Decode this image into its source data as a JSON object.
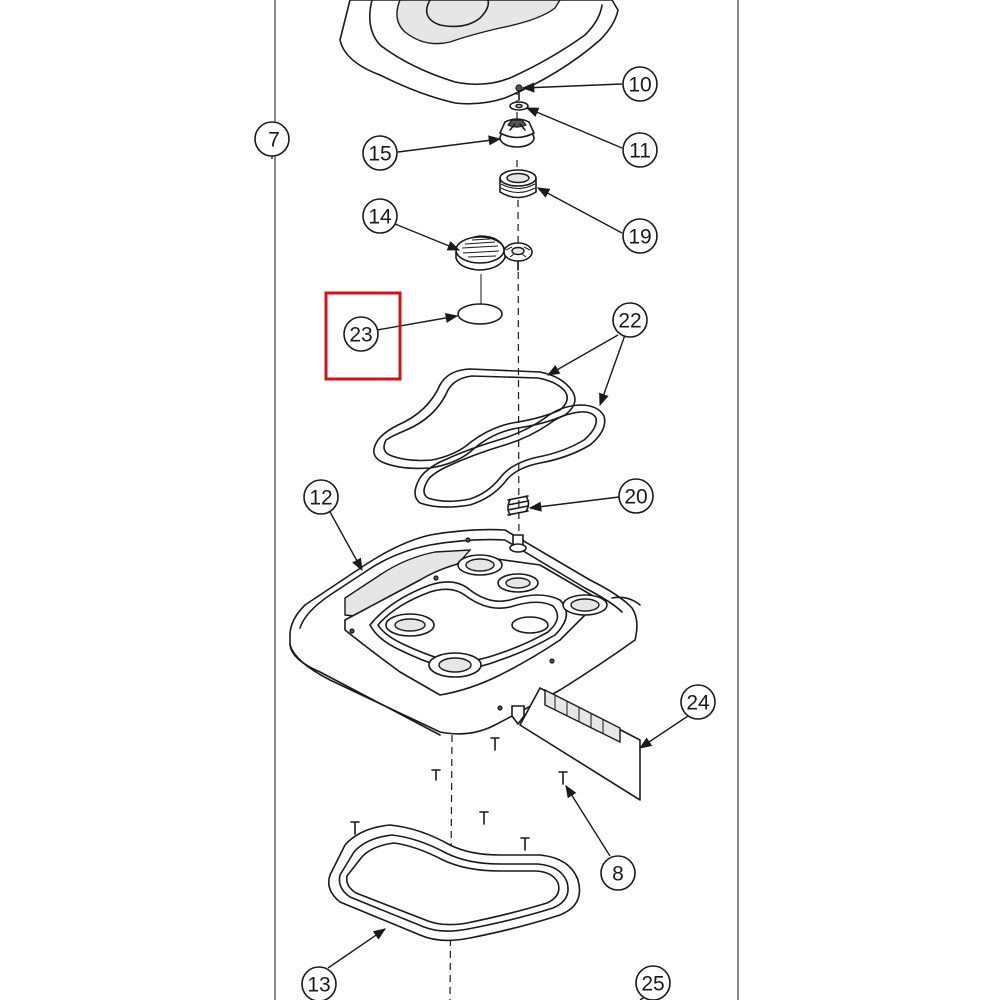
{
  "highlight": {
    "label": "23",
    "color": "#d0121b"
  },
  "callouts": [
    {
      "id": "7",
      "label": "7"
    },
    {
      "id": "10",
      "label": "10"
    },
    {
      "id": "11",
      "label": "11"
    },
    {
      "id": "15",
      "label": "15"
    },
    {
      "id": "19",
      "label": "19"
    },
    {
      "id": "14",
      "label": "14"
    },
    {
      "id": "23",
      "label": "23"
    },
    {
      "id": "22",
      "label": "22"
    },
    {
      "id": "20",
      "label": "20"
    },
    {
      "id": "12",
      "label": "12"
    },
    {
      "id": "24",
      "label": "24"
    },
    {
      "id": "8",
      "label": "8"
    },
    {
      "id": "13",
      "label": "13"
    },
    {
      "id": "25",
      "label": "25"
    }
  ]
}
